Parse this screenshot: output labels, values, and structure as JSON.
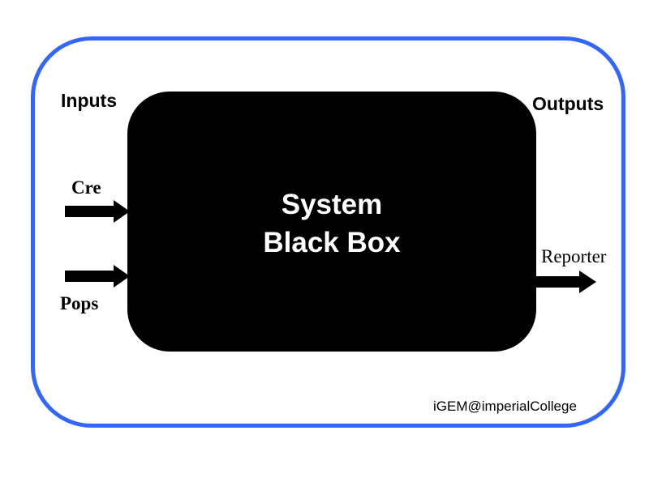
{
  "diagram": {
    "colors": {
      "frame": "#3366ff",
      "box": "#000000",
      "box_text": "#ffffff",
      "text": "#000000"
    },
    "inputs_heading": "Inputs",
    "outputs_heading": "Outputs",
    "box": {
      "line1": "System",
      "line2": "Black Box"
    },
    "inputs": [
      {
        "label": "Cre"
      },
      {
        "label": "Pops"
      }
    ],
    "outputs": [
      {
        "label": "Reporter"
      }
    ],
    "footer": "iGEM@imperialCollege"
  }
}
